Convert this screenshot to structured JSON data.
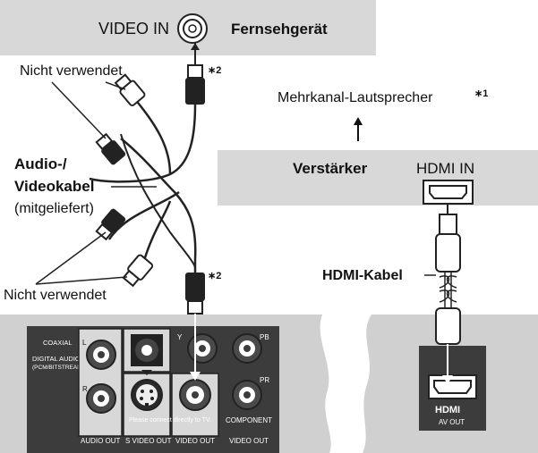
{
  "tv": {
    "video_in_label": "VIDEO IN",
    "name": "Fernsehgerät"
  },
  "amplifier": {
    "name": "Verstärker",
    "hdmi_in_label": "HDMI IN"
  },
  "speakers": {
    "label": "Mehrkanal-Lautsprecher",
    "footnote": "∗1"
  },
  "footnote2": "∗2",
  "unused_top": "Nicht verwendet",
  "unused_bottom": "Nicht verwendet",
  "av_cable": {
    "line1": "Audio-/",
    "line2": "Videokabel",
    "line3": "(mitgeliefert)"
  },
  "hdmi_cable_label": "HDMI-Kabel",
  "player_panel": {
    "coaxial": "COAXIAL",
    "digital_audio_out": "DIGITAL AUDIO OUT",
    "digital_sub": "(PCM/BITSTREAM)",
    "l": "L",
    "r": "R",
    "y": "Y",
    "pb": "PB",
    "pr": "PR",
    "please_connect": "Please connect directly to TV.",
    "audio_out": "AUDIO OUT",
    "s_video_out": "S VIDEO OUT",
    "video_out": "VIDEO OUT",
    "component": "COMPONENT",
    "component_video_out": "VIDEO OUT",
    "hdmi_logo": "HDMI",
    "av_out": "AV OUT"
  },
  "colors": {
    "box": "#d8d8d8",
    "panel": "#3c3c3c",
    "background": "#ffffff"
  }
}
